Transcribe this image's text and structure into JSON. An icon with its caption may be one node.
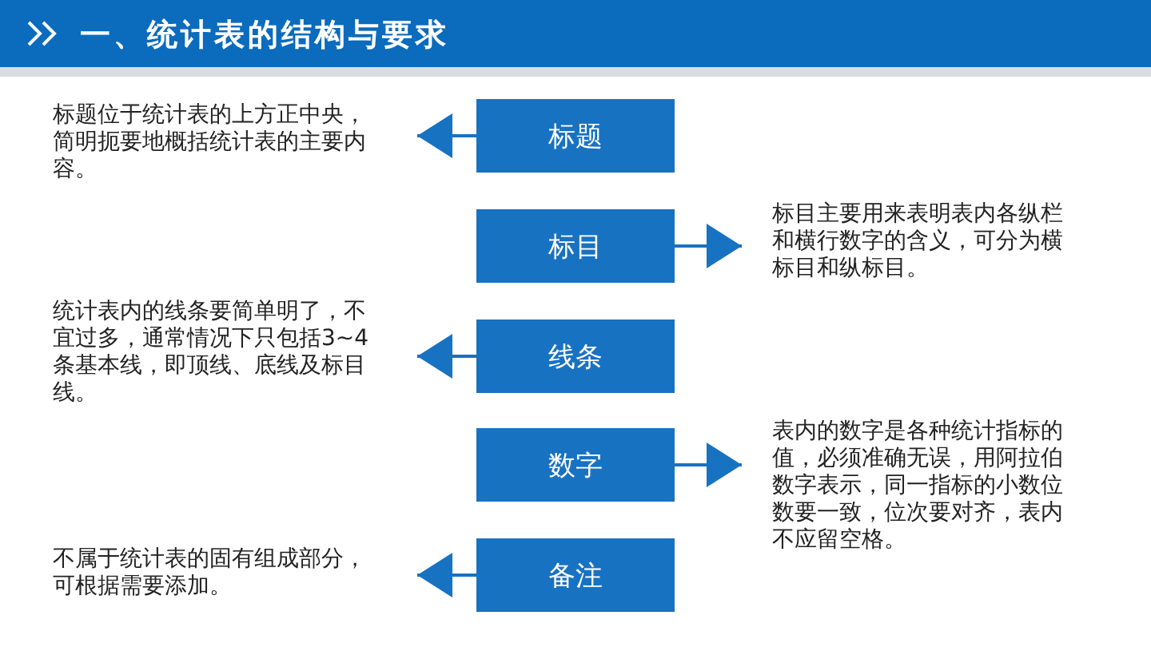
{
  "diagram": {
    "title": "一、统计表的结构与要求",
    "nodes": [
      {
        "text": [
          "标题"
        ]
      },
      {
        "text": [
          "标目"
        ]
      },
      {
        "text": [
          "线条"
        ]
      },
      {
        "text": [
          "数字"
        ]
      },
      {
        "text": [
          "备注"
        ]
      },
      {
        "text": [
          "标题位于统计表的上方正中央，简明扼要地概括统计表的主要内容。"
        ]
      },
      {
        "text": [
          "标目主要用来表明表内各纵栏和横行数字的含义，可分为横标目和纵标目。"
        ]
      },
      {
        "text": [
          "统计表内的线条要简单明了，不宜过多，通常情况下只包括3~4条基本线，即顶线、底线及标目线。"
        ]
      },
      {
        "text": [
          "表内的数字是各种统计指标的值，必须准确无误，用阿拉伯数字表示，同一指标的小数位数要一致，位次要对齐，表内不应留空格。"
        ]
      },
      {
        "text": [
          "不属于统计表的固有组成部分，可根据需要添加。"
        ]
      }
    ],
    "edges": [
      {
        "from": 0,
        "to": 5,
        "arrow": "to"
      },
      {
        "from": 1,
        "to": 6,
        "arrow": "to"
      },
      {
        "from": 2,
        "to": 7,
        "arrow": "to"
      },
      {
        "from": 3,
        "to": 8,
        "arrow": "to"
      },
      {
        "from": 4,
        "to": 9,
        "arrow": "to"
      }
    ]
  }
}
